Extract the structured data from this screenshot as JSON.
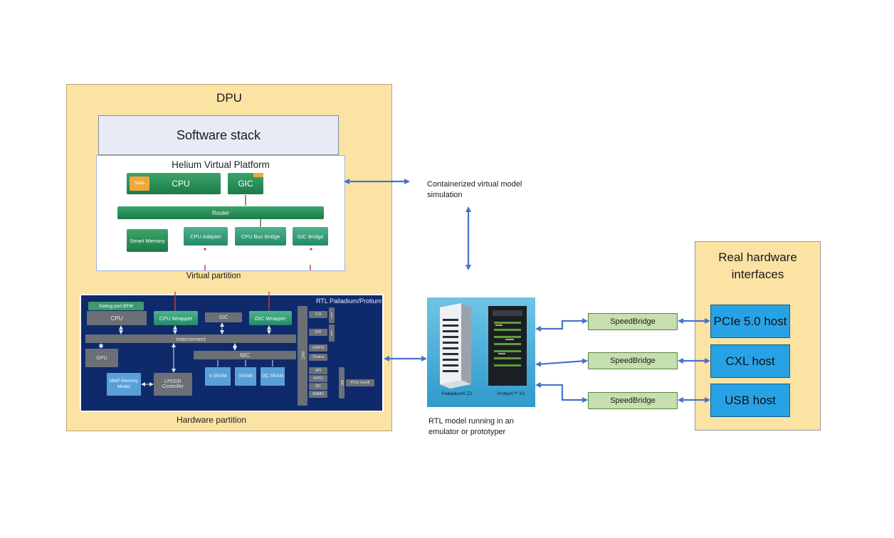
{
  "dpu": {
    "title": "DPU",
    "software_stack": "Software stack",
    "virtual_platform": {
      "title": "Helium Virtual Platform",
      "state": "State",
      "cpu": "CPU",
      "gic": "GIC",
      "router": "Router",
      "smart_memory": "Smart Memory",
      "cpu_adapter": "CPU Adapter",
      "cpu_bus_bridge": "CPU Bus Bridge",
      "gic_bridge": "GIC Bridge"
    },
    "virtual_partition_label": "Virtual partition",
    "hardware": {
      "rtl_title": "RTL Palladium/Protium",
      "debug_port": "Debug port BFM",
      "cpu": "CPU",
      "cpu_wrapper": "CPU Wrapper",
      "gic": "GIC",
      "gic_wrapper": "GIC Wrapper",
      "interconnect": "Interconnect",
      "gpu": "GPU",
      "nic": "NIC",
      "v_sram": "V SRAM",
      "sram": "SRAM",
      "oc_sram": "OC SRAM",
      "mmp": "MMP Memory Model",
      "lpddr": "LPDDR Controller",
      "nic_vertical": "NIC",
      "periph": [
        "CSI",
        "DSI",
        "UARTs",
        "Timers",
        "SPI",
        "GPIO",
        "I2C",
        "SMMU"
      ],
      "bar1": "MIPI",
      "bar2": "MIPI",
      "nic2": "NIC",
      "pcie": "PCIe Gen5"
    },
    "hardware_partition_label": "Hardware partition"
  },
  "middle": {
    "containerized_label": "Containerized virtual model simulation",
    "rtl_label": "RTL model running in an emulator or prototyper",
    "palladium": "Palladium® Z2",
    "protium": "Protium™ X2"
  },
  "speedbridges": [
    "SpeedBridge",
    "SpeedBridge",
    "SpeedBridge"
  ],
  "real_hardware": {
    "title": "Real hardware interfaces",
    "hosts": [
      "PCIe 5.0 host",
      "CXL host",
      "USB host"
    ]
  },
  "colors": {
    "dpu_fill": "#fbe3a4",
    "arrow": "#4a72c8",
    "host_fill": "#27a3e5",
    "speedbridge_fill": "#c6dfae",
    "hw_partition_fill": "#0e2a6b"
  }
}
